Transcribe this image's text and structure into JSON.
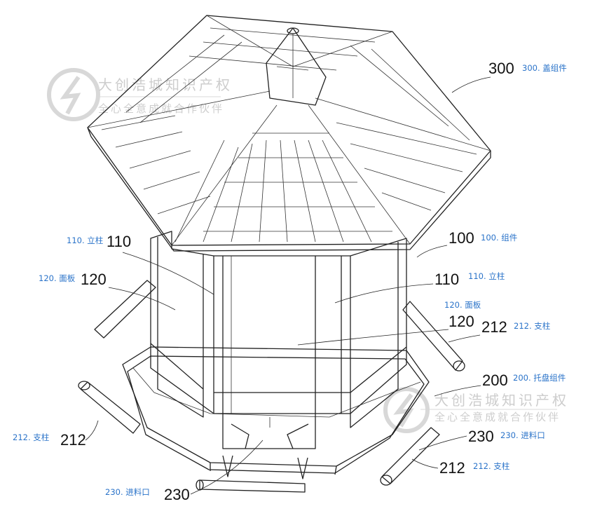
{
  "figure": {
    "labels": {
      "cover_num": "300",
      "cover_cap": "300. 盖组件",
      "post_left_cap": "110. 立柱",
      "post_left_num": "110",
      "assembly_num": "100",
      "assembly_cap": "100. 组件",
      "panel_left_cap": "120. 面板",
      "panel_left_num": "120",
      "post_right_num": "110",
      "post_right_cap": "110. 立柱",
      "panel_right_cap": "120. 面板",
      "panel_right_num": "120",
      "support_right_num": "212",
      "support_right_cap": "212. 支柱",
      "tray_num": "200",
      "tray_cap": "200. 托盘组件",
      "support_left_cap": "212. 支柱",
      "support_left_num": "212",
      "inlet_right_num": "230",
      "inlet_right_cap": "230. 进料口",
      "support_br_num": "212",
      "support_br_cap": "212. 支柱",
      "inlet_bottom_cap": "230. 进料口",
      "inlet_bottom_num": "230"
    },
    "watermark": {
      "line1": "大创浩城知识产权",
      "line2": "全心全意成就合作伙伴"
    }
  }
}
